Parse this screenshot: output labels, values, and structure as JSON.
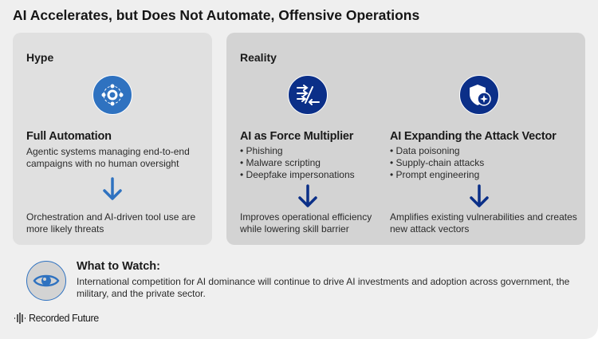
{
  "title": "AI Accelerates, but Does Not Automate, Offensive Operations",
  "hype": {
    "label": "Hype",
    "heading": "Full Automation",
    "description": "Agentic systems managing end-to-end campaigns with no human oversight",
    "outcome": "Orchestration and AI-driven tool use are more likely threats"
  },
  "reality": {
    "label": "Reality",
    "columns": [
      {
        "heading": "AI as Force Multiplier",
        "bullets": [
          "Phishing",
          "Malware scripting",
          "Deepfake impersonations"
        ],
        "outcome": "Improves operational efficiency while lowering skill barrier"
      },
      {
        "heading": "AI Expanding the Attack Vector",
        "bullets": [
          "Data poisoning",
          "Supply-chain attacks",
          "Prompt engineering"
        ],
        "outcome": "Amplifies existing vulnerabilities and creates new attack vectors"
      }
    ]
  },
  "watch": {
    "heading": "What to Watch:",
    "text": "International competition for AI dominance will continue to drive AI investments and adoption across government, the military, and the private sector."
  },
  "logo": "Recorded Future",
  "colors": {
    "hype_blue": "#2f72c0",
    "reality_blue": "#0b2f88"
  }
}
